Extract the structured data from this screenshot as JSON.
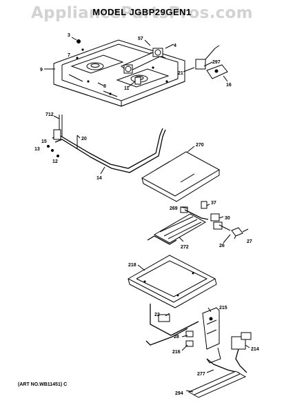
{
  "watermark": "AppliancePartsPros.com",
  "model_title": "MODEL JGBP29GEN1",
  "art_number": "(ART NO.WB11451) C",
  "part_labels": [
    "3",
    "57",
    "4",
    "9",
    "8",
    "7",
    "11",
    "21",
    "297",
    "16",
    "712",
    "20",
    "15",
    "13",
    "12",
    "14",
    "270",
    "269",
    "37",
    "30",
    "26",
    "27",
    "272",
    "218",
    "215",
    "22",
    "28",
    "216",
    "214",
    "277",
    "294"
  ]
}
